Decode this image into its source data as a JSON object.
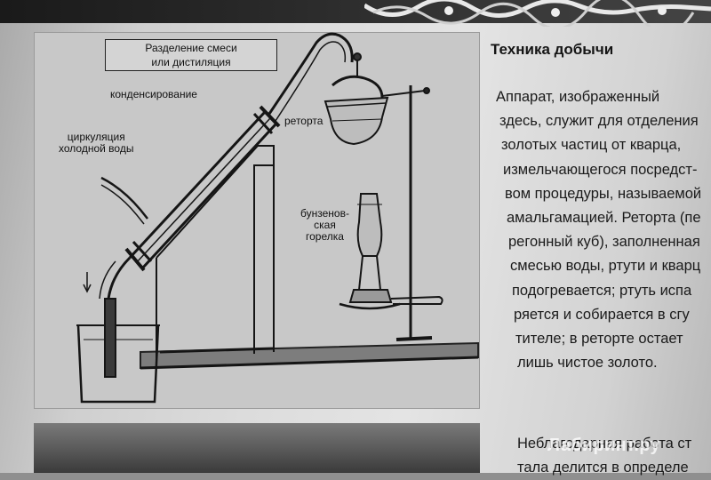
{
  "figure": {
    "title_line1": "Разделение смеси",
    "title_line2": "или дистиляция",
    "label_condensation": "конденсирование",
    "label_retort": "реторта",
    "label_water_line1": "циркуляция",
    "label_water_line2": "холодной воды",
    "label_burner_line1": "бунзенов-",
    "label_burner_line2": "ская",
    "label_burner_line3": "горелка"
  },
  "article": {
    "heading": "Техника добычи",
    "lines": [
      "Аппарат, изображенный",
      "здесь, служит для отделения",
      "золотых частиц от кварца,",
      "измельчающегося посредст-",
      "вом процедуры, называемой",
      "амальгамацией. Реторта (пе",
      "регонный куб), заполненная",
      "смесью воды, ртути и кварц",
      "подогревается; ртуть испа",
      "ряется и собирается в сгу",
      "тителе; в реторте остает",
      "лишь чистое золото."
    ],
    "next_paragraph": "Неблагодарная работа ст",
    "next_paragraph_line2": "тала делится в определе"
  },
  "watermark": "Лабиринт.ру",
  "colors": {
    "ink": "#111111",
    "figure_bg": "#c8c8c8",
    "page_bg": "#dcdcdc",
    "top_band": "#1a1a1a"
  }
}
